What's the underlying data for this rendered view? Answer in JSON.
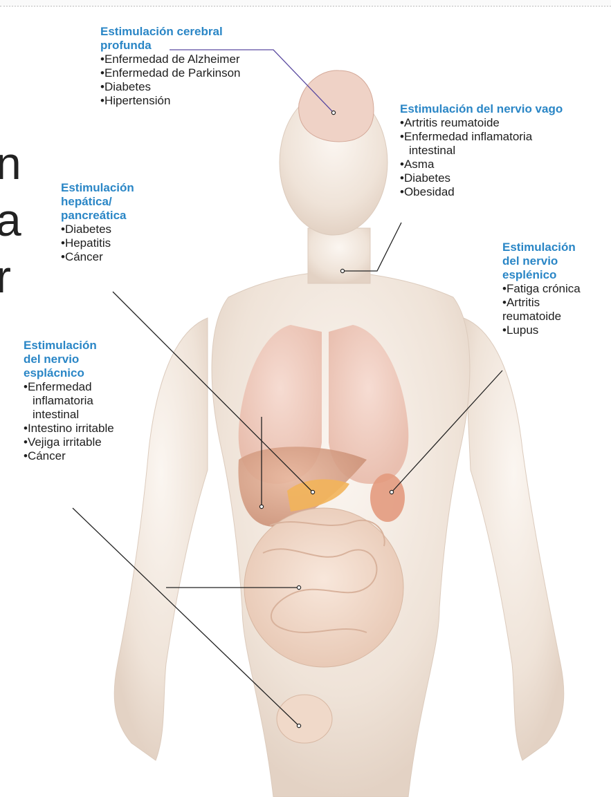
{
  "edge_letters": [
    "n",
    "a",
    "r"
  ],
  "groups": {
    "cerebral": {
      "title": [
        "Estimulación cerebral",
        "profunda"
      ],
      "items": [
        "Enfermedad de Alzheimer",
        "Enfermedad de Parkinson",
        "Diabetes",
        "Hipertensión"
      ]
    },
    "vago": {
      "title": [
        "Estimulación del nervio vago"
      ],
      "items": [
        "Artritis reumatoide",
        "Enfermedad inflamatoria",
        "intestinal",
        "Asma",
        "Diabetes",
        "Obesidad"
      ]
    },
    "hepatica": {
      "title": [
        "Estimulación",
        "hepática/",
        "pancreática"
      ],
      "items": [
        "Diabetes",
        "Hepatitis",
        "Cáncer"
      ]
    },
    "esplenico": {
      "title": [
        "Estimulación",
        "del nervio",
        "esplénico"
      ],
      "items": [
        "Fatiga crónica",
        "Artritis",
        "reumatoide",
        "Lupus"
      ]
    },
    "esplacnico": {
      "title": [
        "Estimulación",
        "del nervio",
        "esplácnico"
      ],
      "items": [
        "Enfermedad",
        "inflamatoria",
        "intestinal",
        "Intestino irritable",
        "Vejiga irritable",
        "Cáncer"
      ]
    }
  },
  "colors": {
    "title": "#2a86c6",
    "leader_blue": "#5a4aa0",
    "leader": "#222222",
    "skin": "#efe3d8",
    "organ": "#e9a88a",
    "pancreas": "#f2b45a",
    "intestine": "#f2d7c4"
  }
}
